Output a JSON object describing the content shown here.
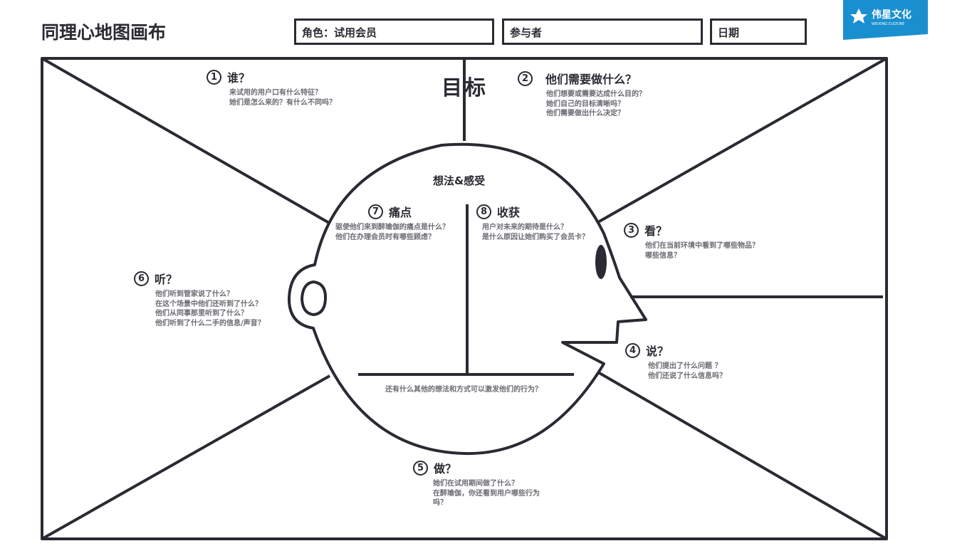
{
  "header": {
    "title": "同理心地图画布",
    "role_field": "角色：试用会员",
    "participants_field": "参与者",
    "date_field": "日期"
  },
  "logo": {
    "brand": "伟星文化",
    "subtitle": "WEIXING CULTURE",
    "color": "#1a8fd0"
  },
  "colors": {
    "ink": "#2b2a33",
    "muted": "#6b6a72"
  },
  "goal_label": "目标",
  "center": {
    "title": "想法&感受",
    "bottom_question": "还有什么其他的想法和方式可以激发他们的行为？"
  },
  "sections": {
    "who": {
      "num": "1",
      "title": "谁？",
      "lines": [
        "来试用的用户口有什么特征？",
        "她们是怎么来的？有什么不同吗？"
      ]
    },
    "need": {
      "num": "2",
      "title": "他们需要做什么？",
      "lines": [
        "他们想要或需要达成什么目的？",
        "她们自己的目标清晰吗？",
        "他们需要做出什么决定？"
      ]
    },
    "see": {
      "num": "3",
      "title": "看？",
      "lines": [
        "他们在当前环境中看到了哪些物品？",
        "哪些信息？"
      ]
    },
    "say": {
      "num": "4",
      "title": "说？",
      "lines": [
        "他们提出了什么问题 ？",
        "他们还说了什么信息吗？"
      ]
    },
    "do": {
      "num": "5",
      "title": "做？",
      "lines": [
        "她们在试用期间做了什么？",
        "在醉瑜伽，你还看到用户哪些行为",
        "吗？"
      ]
    },
    "hear": {
      "num": "6",
      "title": "听？",
      "lines": [
        "他们听到管家说了什么？",
        "在这个场景中他们还听到了什么？",
        "他们从同事那里听到了什么？",
        "他们听到了什么二手的信息/声音？"
      ]
    },
    "pain": {
      "num": "7",
      "title": "痛点",
      "lines": [
        "驱使他们来到醉瑜伽的痛点是什么？",
        "他们在办理会员时有哪些顾虑？"
      ]
    },
    "gain": {
      "num": "8",
      "title": "收获",
      "lines": [
        "用户对未来的期待是什么？",
        "是什么原因让她们购买了会员卡？"
      ]
    }
  }
}
